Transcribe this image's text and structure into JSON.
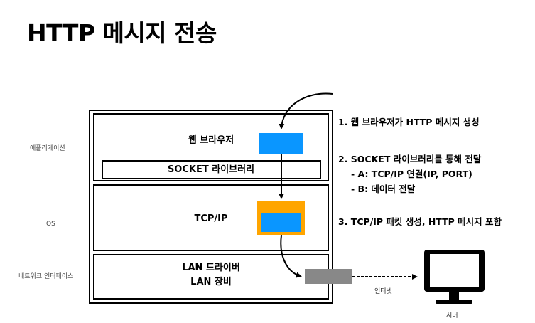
{
  "title": "HTTP 메시지 전송",
  "layers": {
    "application": "애플리케이션",
    "os": "OS",
    "network_interface": "네트워크 인터페이스"
  },
  "boxes": {
    "browser": "웹 브라우저",
    "socket_library": "SOCKET 라이브러리",
    "tcpip": "TCP/IP",
    "lan_driver": "LAN 드라이버",
    "lan_device": "LAN 장비"
  },
  "steps": {
    "step1": "1. 웹 브라우저가 HTTP 메시지 생성",
    "step2": "2. SOCKET 라이브러리를 통해 전달",
    "step2_a": "- A: TCP/IP 연결(IP, PORT)",
    "step2_b": "- B: 데이터 전달",
    "step3": "3. TCP/IP 패킷 생성, HTTP 메시지 포함"
  },
  "internet_label": "인터넷",
  "server_label": "서버",
  "colors": {
    "message_blue": "#0a96ff",
    "packet_orange": "#ffa500",
    "wire_gray": "#888888"
  }
}
